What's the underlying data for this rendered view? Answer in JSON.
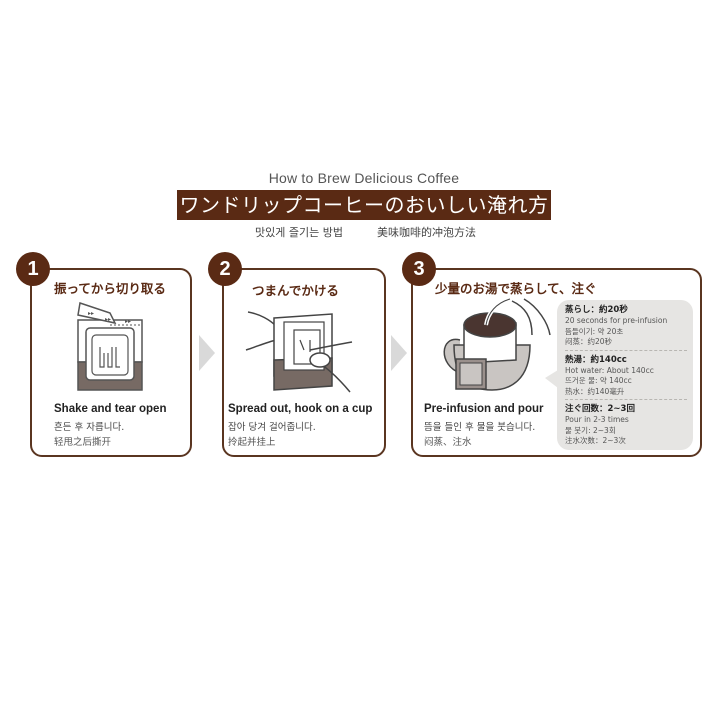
{
  "header": {
    "title_en": "How to Brew Delicious Coffee",
    "title_ja": "ワンドリップコーヒーのおいしい淹れ方",
    "subtitle_ko": "맛있게 즐기는 방법",
    "subtitle_zh": "美味咖啡的冲泡方法",
    "accent_color": "#5a2a14"
  },
  "steps": [
    {
      "number": "1",
      "title_ja": "振ってから切り取る",
      "text_en": "Shake and tear open",
      "text_ko": "흔든 후 자릅니다.",
      "text_zh": "轻甩之后撕开",
      "illustration": "drip-bag-tear-icon"
    },
    {
      "number": "2",
      "title_ja": "つまんでかける",
      "text_en": "Spread out, hook on a cup",
      "text_ko": "잡아 당겨 걸어줍니다.",
      "text_zh": "拎起并挂上",
      "illustration": "hook-on-cup-icon"
    },
    {
      "number": "3",
      "title_ja": "少量のお湯で蒸らして、注ぐ",
      "text_en": "Pre-infusion and pour",
      "text_ko": "뜸을 들인 후 물을 붓습니다.",
      "text_zh": "闷蒸、注水",
      "illustration": "pour-into-cup-icon"
    }
  ],
  "info_box": {
    "sections": [
      {
        "heading": "蒸らし：約20秒",
        "lines": [
          "20 seconds for pre-infusion",
          "뜸들이기: 약 20초",
          "闷蒸：约20秒"
        ]
      },
      {
        "heading": "熱湯：約140cc",
        "lines": [
          "Hot water: About 140cc",
          "뜨거운 물: 약 140cc",
          "热水：约140毫升"
        ]
      },
      {
        "heading": "注ぐ回数：2~3回",
        "lines": [
          "Pour in 2-3 times",
          "물 붓기: 2~3회",
          "注水次数：2~3次"
        ]
      }
    ]
  }
}
